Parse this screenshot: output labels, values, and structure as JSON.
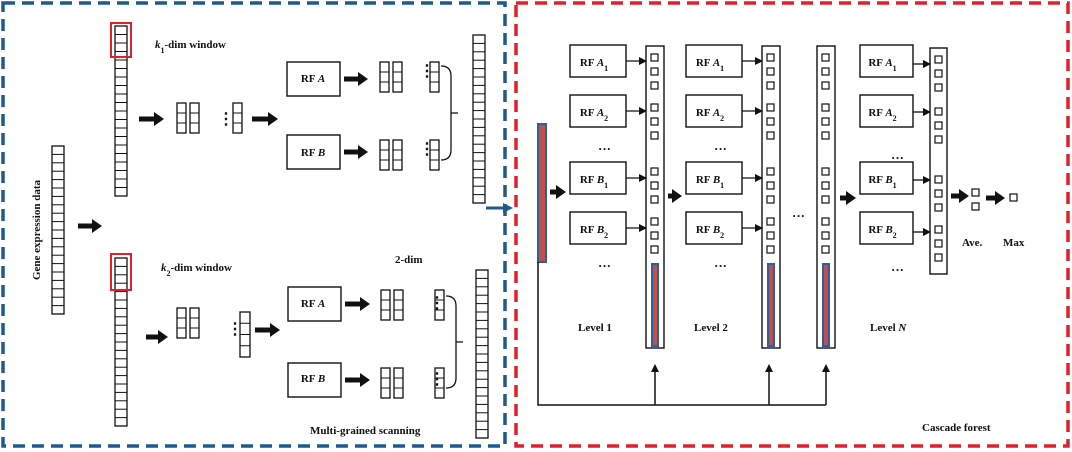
{
  "scanning": {
    "title": "Multi-grained scanning",
    "input_label": "Gene expression data",
    "window1": {
      "k": "k",
      "sub": "1",
      "rest": "-dim window"
    },
    "window2": {
      "k": "k",
      "sub": "2",
      "rest": "-dim window"
    },
    "two_dim": "2-dim",
    "rf_a": {
      "prefix": "RF ",
      "letter": "A"
    },
    "rf_b": {
      "prefix": "RF ",
      "letter": "B"
    },
    "ellipsis": "⋮"
  },
  "cascade": {
    "title": "Cascade forest",
    "level1": "Level 1",
    "level2": "Level 2",
    "levelN_prefix": "Level ",
    "levelN_letter": "N",
    "dots": "···",
    "ave": "Ave.",
    "max": "Max",
    "forests": [
      {
        "prefix": "RF ",
        "letter": "A",
        "sub": "1"
      },
      {
        "prefix": "RF ",
        "letter": "A",
        "sub": "2"
      },
      {
        "prefix": "RF ",
        "letter": "B",
        "sub": "1"
      },
      {
        "prefix": "RF ",
        "letter": "B",
        "sub": "2"
      }
    ]
  },
  "colors": {
    "scanning_border": "#1f5a8c",
    "cascade_border": "#e0202a",
    "window_highlight": "#e0202a",
    "feature_bar_fill": "#c0504d",
    "feature_bar_stroke": "#2f5f9a",
    "connector_arrow": "#1f5a8c"
  }
}
